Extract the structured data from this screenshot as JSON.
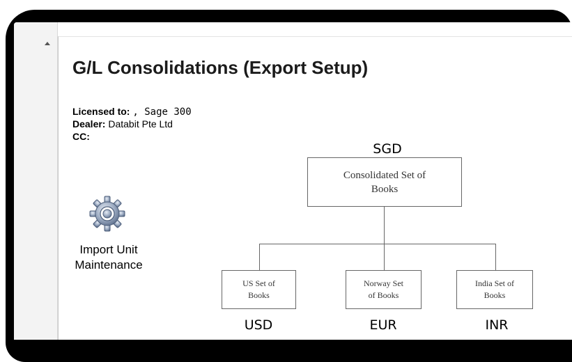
{
  "page": {
    "title": "G/L Consolidations (Export Setup)"
  },
  "license": {
    "licensed_label": "Licensed to:",
    "licensed_value": ", Sage 300",
    "dealer_label": "Dealer:",
    "dealer_value": "Databit Pte Ltd",
    "cc_label": "CC:",
    "cc_value": ""
  },
  "action": {
    "icon": "gear-icon",
    "label_line1": "Import Unit",
    "label_line2": "Maintenance"
  },
  "diagram": {
    "root": {
      "currency": "SGD",
      "label_line1": "Consolidated Set of",
      "label_line2": "Books"
    },
    "children": [
      {
        "label_line1": "US Set of",
        "label_line2": "Books",
        "currency": "USD"
      },
      {
        "label_line1": "Norway Set",
        "label_line2": "of Books",
        "currency": "EUR"
      },
      {
        "label_line1": "India Set of",
        "label_line2": "Books",
        "currency": "INR"
      }
    ]
  },
  "colors": {
    "frame": "#000000",
    "scrollbar": "#f3f3f3",
    "connector": "#666666"
  }
}
